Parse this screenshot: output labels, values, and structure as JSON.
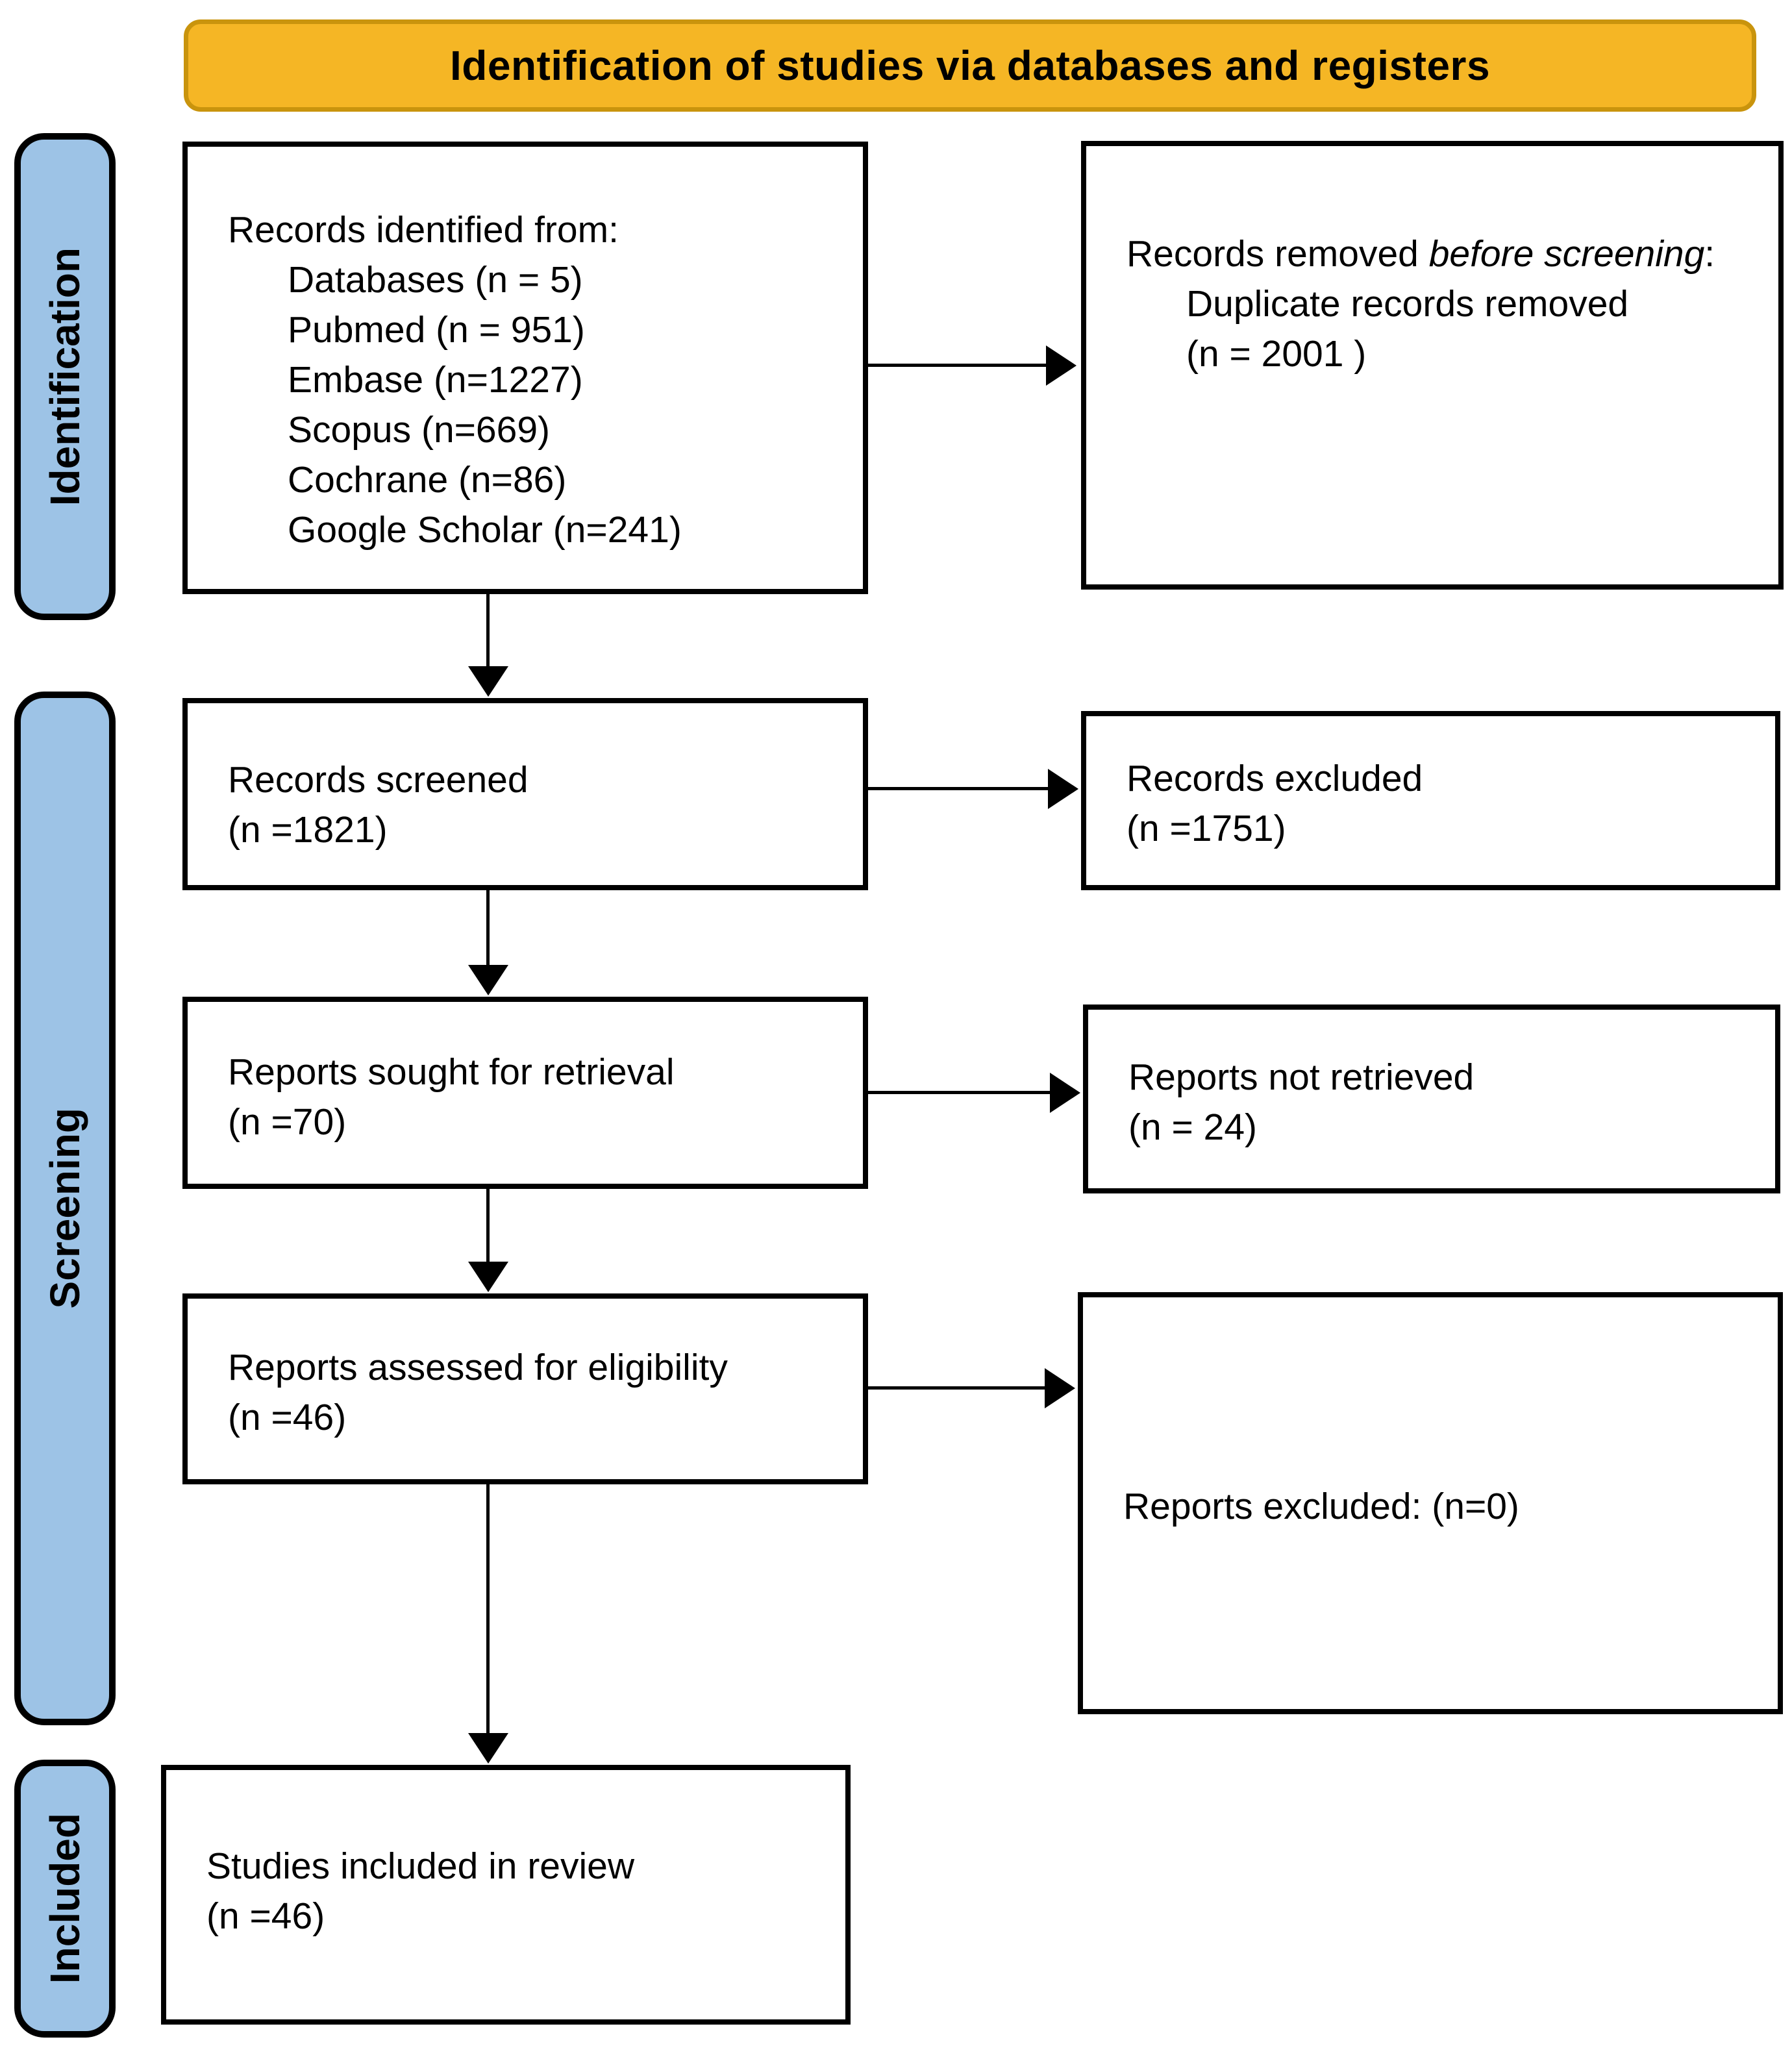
{
  "banner": {
    "title": "Identification of studies via databases and registers"
  },
  "stages": [
    {
      "label": "Identification"
    },
    {
      "label": "Screening"
    },
    {
      "label": "Included"
    }
  ],
  "colors": {
    "banner_fill": "#F5B625",
    "banner_border": "#C9940D",
    "stage_fill": "#9DC3E6",
    "stage_border": "#000000",
    "box_border": "#000000",
    "arrow": "#000000"
  },
  "boxes": {
    "records_identified": {
      "title": "Records identified from:",
      "items": [
        "Databases (n = 5)",
        "Pubmed (n = 951)",
        "Embase (n=1227)",
        "Scopus (n=669)",
        "Cochrane (n=86)",
        "Google Scholar (n=241)"
      ]
    },
    "records_removed": {
      "prefix": "Records removed ",
      "italic": "before screening",
      "suffix": ":",
      "items": [
        "Duplicate records removed",
        "(n = 2001 )"
      ]
    },
    "records_screened": {
      "lines": [
        "Records screened",
        "(n =1821)"
      ]
    },
    "records_excluded": {
      "lines": [
        "Records excluded",
        "(n =1751)"
      ]
    },
    "reports_sought": {
      "lines": [
        "Reports sought for retrieval",
        "(n =70)"
      ]
    },
    "reports_not_retrieved": {
      "lines": [
        "Reports not retrieved",
        "(n = 24)"
      ]
    },
    "reports_assessed": {
      "lines": [
        "Reports assessed for eligibility",
        "(n =46)"
      ]
    },
    "reports_excluded": {
      "lines": [
        "Reports excluded: (n=0)"
      ]
    },
    "studies_included": {
      "lines": [
        "Studies included in review",
        "(n =46)"
      ]
    }
  }
}
